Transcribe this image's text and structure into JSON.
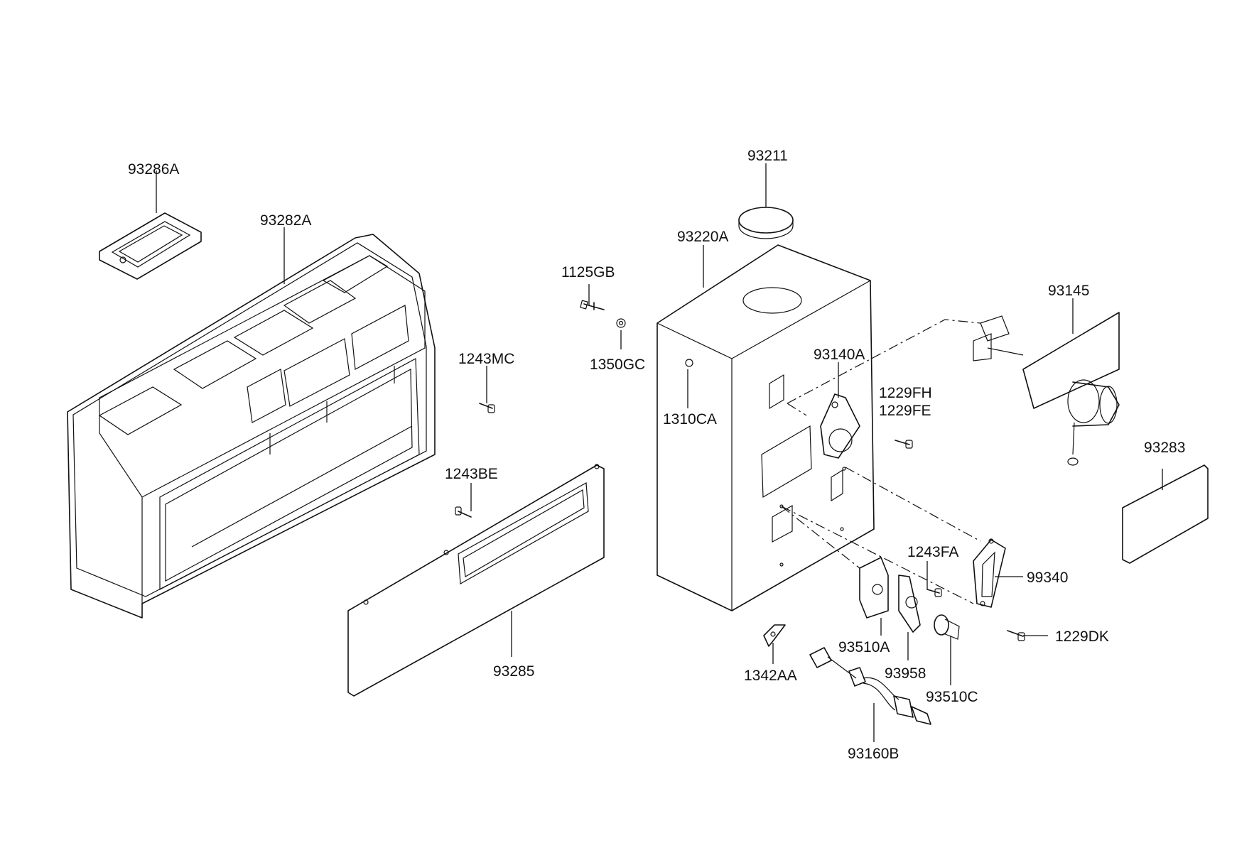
{
  "labels": {
    "p93286A": "93286A",
    "p93282A": "93282A",
    "p1125GB": "1125GB",
    "p1350GC": "1350GC",
    "p1243MC": "1243MC",
    "p1243BE": "1243BE",
    "p93285": "93285",
    "p93211": "93211",
    "p93220A": "93220A",
    "p1310CA": "1310CA",
    "p93140A": "93140A",
    "p1229FH": "1229FH",
    "p1229FE": "1229FE",
    "p93145": "93145",
    "p93283": "93283",
    "p1243FA": "1243FA",
    "p99340": "99340",
    "p1229DK": "1229DK",
    "p93510A": "93510A",
    "p93958": "93958",
    "p93510C": "93510C",
    "p1342AA": "1342AA",
    "p93160B": "93160B"
  }
}
